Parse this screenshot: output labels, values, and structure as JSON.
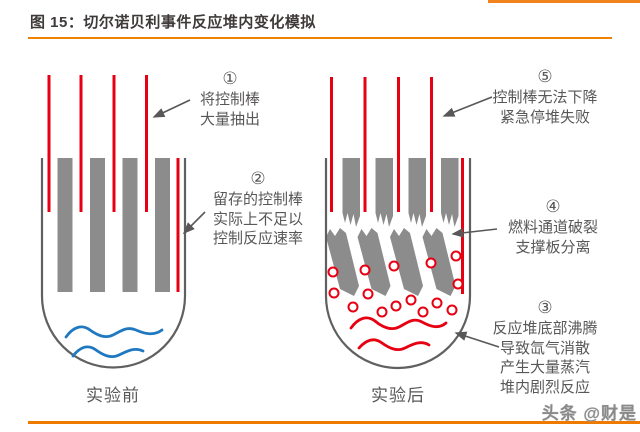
{
  "header": {
    "title": "图 15：切尔诺贝利事件反应堆内变化模拟"
  },
  "annotations": {
    "a1": {
      "num": "①",
      "lines": [
        "将控制棒",
        "大量抽出"
      ]
    },
    "a2": {
      "num": "②",
      "lines": [
        "留存的控制棒",
        "实际上不足以",
        "控制反应速率"
      ]
    },
    "a3": {
      "num": "③",
      "lines": [
        "反应堆底部沸腾",
        "导致氙气消散",
        "产生大量蒸汽",
        "堆内剧烈反应"
      ]
    },
    "a4": {
      "num": "④",
      "lines": [
        "燃料通道破裂",
        "支撑板分离"
      ]
    },
    "a5": {
      "num": "⑤",
      "lines": [
        "控制棒无法下降",
        "紧急停堆失败"
      ]
    }
  },
  "reactor_before": {
    "label": "实验前"
  },
  "reactor_after": {
    "label": "实验后"
  },
  "watermark": "头条 @财是",
  "colors": {
    "accent_orange": "#ef8200",
    "rod_red": "#e60012",
    "fuel_bar_grey": "#8c8c8c",
    "vessel_outline_grey": "#606060",
    "annotation_text_grey": "#595757",
    "water_blue": "#2079c0",
    "title_dark": "#3e3a39"
  }
}
